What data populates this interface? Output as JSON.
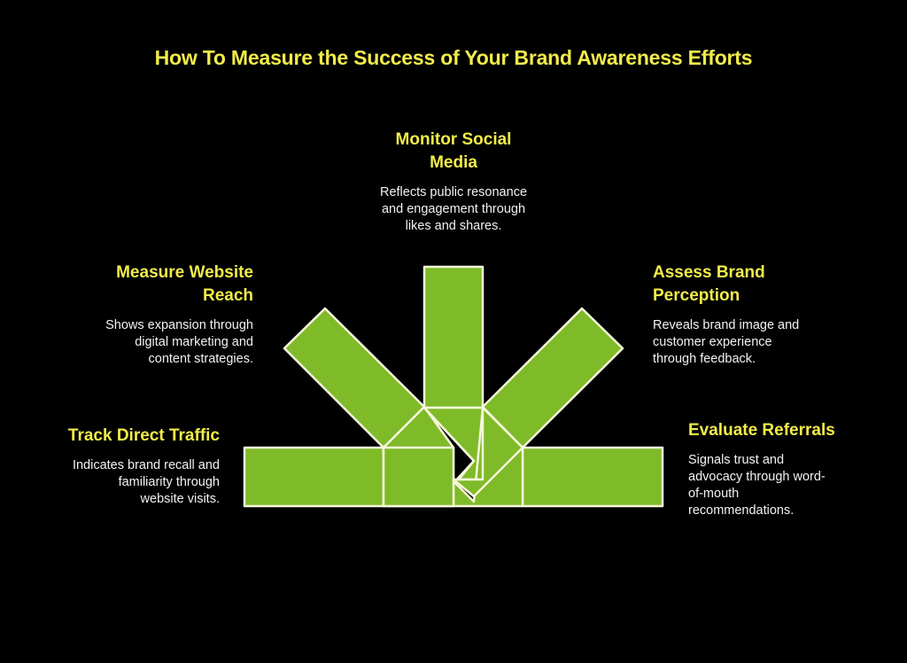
{
  "title": "How To Measure the Success of Your Brand Awareness Efforts",
  "colors": {
    "background": "#000000",
    "heading": "#f2ec4a",
    "body_text": "#f2f2f2",
    "bar_fill": "#7fba28",
    "bar_stroke": "#f5f7dc"
  },
  "items": [
    {
      "id": "monitor-social-media",
      "heading": "Monitor Social Media",
      "heading_line1": "Monitor Social",
      "heading_line2": "Media",
      "description": "Reflects public resonance and engagement through likes and shares.",
      "desc_line1": "Reflects public resonance",
      "desc_line2": "and engagement through",
      "desc_line3": "likes and shares."
    },
    {
      "id": "measure-website-reach",
      "heading": "Measure Website Reach",
      "heading_line1": "Measure Website",
      "heading_line2": "Reach",
      "description": "Shows expansion through digital marketing and content strategies.",
      "desc_line1": "Shows expansion through",
      "desc_line2": "digital marketing and",
      "desc_line3": "content strategies."
    },
    {
      "id": "assess-brand-perception",
      "heading": "Assess Brand Perception",
      "heading_line1": "Assess Brand",
      "heading_line2": "Perception",
      "description": "Reveals brand image and customer experience through feedback.",
      "desc_line1": "Reveals brand image and",
      "desc_line2": "customer experience",
      "desc_line3": "through feedback."
    },
    {
      "id": "track-direct-traffic",
      "heading": "Track Direct Traffic",
      "heading_line1": "Track Direct Traffic",
      "description": "Indicates brand recall and familiarity through website visits.",
      "desc_line1": "Indicates brand recall and",
      "desc_line2": "familiarity through",
      "desc_line3": "website visits."
    },
    {
      "id": "evaluate-referrals",
      "heading": "Evaluate Referrals",
      "heading_line1": "Evaluate Referrals",
      "description": "Signals trust and advocacy through word-of-mouth recommendations.",
      "desc_line1": "Signals trust and",
      "desc_line2": "advocacy through word-",
      "desc_line3": "of-mouth",
      "desc_line4": "recommendations."
    }
  ]
}
